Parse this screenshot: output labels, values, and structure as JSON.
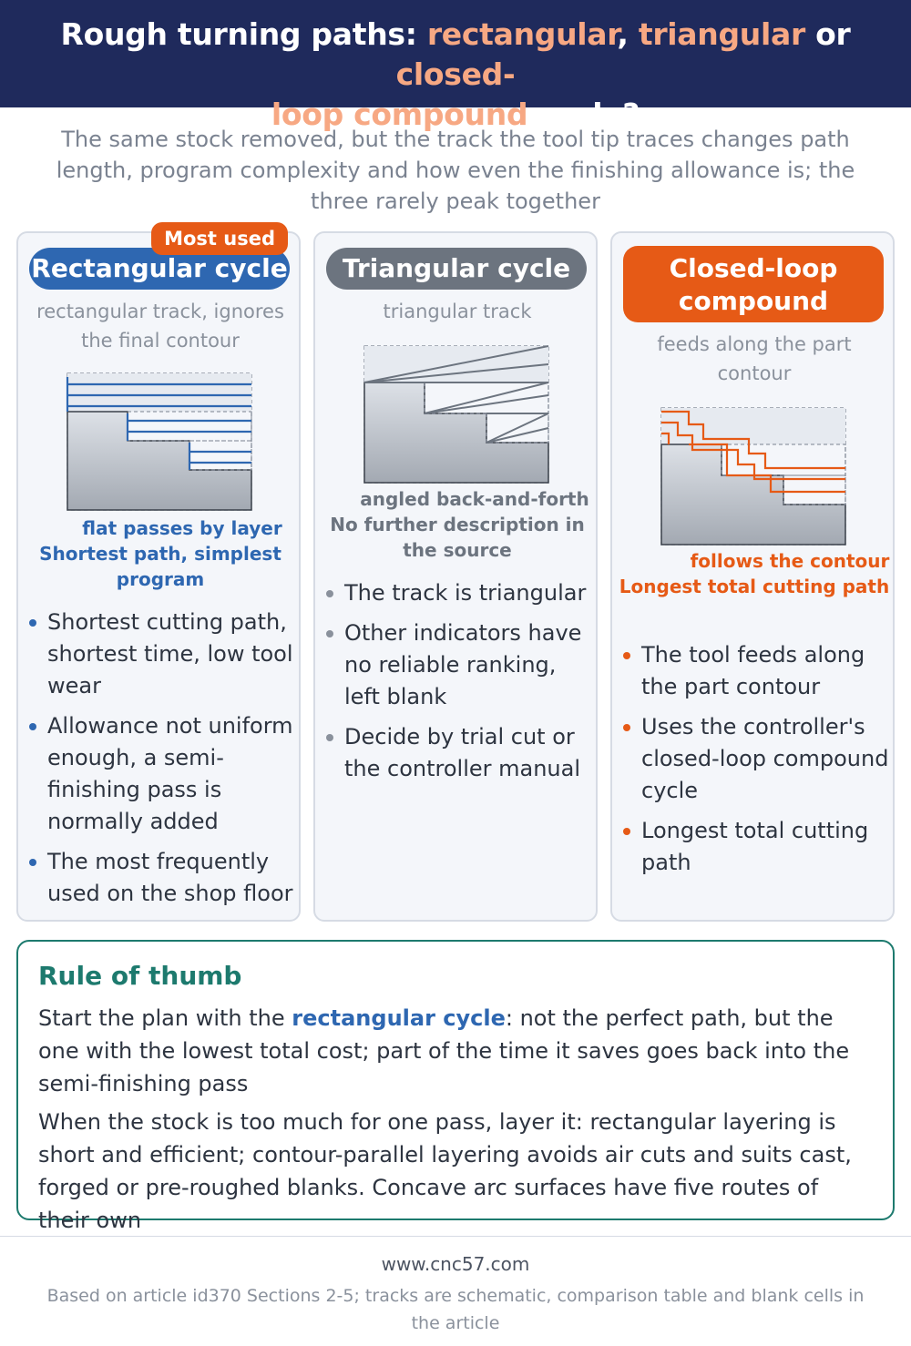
{
  "header": {
    "title_part1": "Rough turning paths: ",
    "title_rect": "rectangular",
    "title_sep1": ", ",
    "title_tri": "triangular",
    "title_sep2": " or ",
    "title_closed_1": "closed-",
    "title_closed_2": "loop compound",
    "title_end": " cycle?"
  },
  "subtitle": "The same stock removed, but the track the tool tip traces changes path length, program complexity and how even the finishing allowance is; the three rarely peak together",
  "columns": {
    "rect": {
      "badge": "Most used",
      "title": "Rectangular cycle",
      "subtitle": "rectangular track, ignores the final contour",
      "caption1": "flat passes by layer",
      "caption2": "Shortest path, simplest program",
      "bullets": [
        "Shortest cutting path, shortest time, low tool wear",
        "Allowance not uniform enough, a semi-finishing pass is normally added",
        "The most frequently used on the shop floor"
      ]
    },
    "tri": {
      "title": "Triangular cycle",
      "subtitle": "triangular track",
      "caption1": "angled back-and-forth",
      "caption2": "No further description in the source",
      "bullets": [
        "The track is triangular",
        "Other indicators have no reliable ranking, left blank",
        "Decide by trial cut or the controller manual"
      ]
    },
    "closed": {
      "title": "Closed-loop compound",
      "subtitle": "feeds along the part contour",
      "caption1": "follows the contour",
      "caption2": "Longest total cutting path",
      "bullets": [
        "The tool feeds along the part contour",
        "Uses the controller's closed-loop compound cycle",
        "Longest total cutting path"
      ]
    }
  },
  "thumb": {
    "heading": "Rule of thumb",
    "p1_before": "Start the plan with the ",
    "p1_kw": "rectangular cycle",
    "p1_after": ": not the perfect path, but the one with the lowest total cost; part of the time it saves goes back into the semi-finishing pass",
    "p2": "When the stock is too much for one pass, layer it: rectangular layering is short and efficient; contour-parallel layering avoids air cuts and suits cast, forged or pre-roughed blanks. Concave arc surfaces have five routes of their own"
  },
  "footer": {
    "site": "www.cnc57.com",
    "source": "Based on article id370 Sections 2-5; tracks are schematic, comparison table and blank cells in the article"
  },
  "colors": {
    "navy": "#1f2a5c",
    "accent_peach": "#f7a883",
    "blue": "#2e67b1",
    "gray": "#6c747f",
    "orange": "#e65a16",
    "teal": "#1d7a6e"
  }
}
